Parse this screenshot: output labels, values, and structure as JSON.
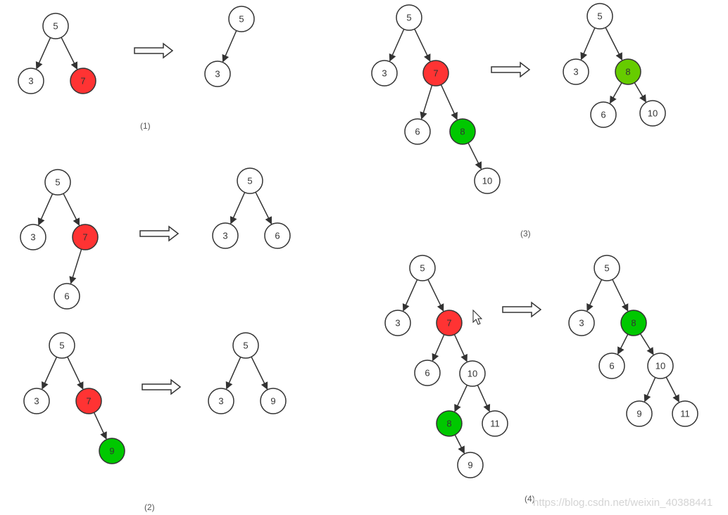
{
  "colors": {
    "stroke": "#333333",
    "white": "#ffffff",
    "red": "#ff3333",
    "green": "#00c800",
    "olive_green": "#66cc00"
  },
  "captions": {
    "c1": "(1)",
    "c2": "(2)",
    "c3": "(3)",
    "c4": "(4)"
  },
  "watermark": "https://blog.csdn.net/weixin_40388441",
  "trees": [
    {
      "id": "p1-before",
      "nodes": [
        {
          "id": "n5",
          "label": "5",
          "fill": "white"
        },
        {
          "id": "n3",
          "label": "3",
          "fill": "white"
        },
        {
          "id": "n7",
          "label": "7",
          "fill": "red"
        }
      ],
      "edges": [
        [
          "n5",
          "n3"
        ],
        [
          "n5",
          "n7"
        ]
      ]
    },
    {
      "id": "p1-after",
      "nodes": [
        {
          "id": "n5",
          "label": "5",
          "fill": "white"
        },
        {
          "id": "n3",
          "label": "3",
          "fill": "white"
        }
      ],
      "edges": [
        [
          "n5",
          "n3"
        ]
      ]
    },
    {
      "id": "p2a-before",
      "nodes": [
        {
          "id": "n5",
          "label": "5",
          "fill": "white"
        },
        {
          "id": "n3",
          "label": "3",
          "fill": "white"
        },
        {
          "id": "n7",
          "label": "7",
          "fill": "red"
        },
        {
          "id": "n6",
          "label": "6",
          "fill": "white"
        }
      ],
      "edges": [
        [
          "n5",
          "n3"
        ],
        [
          "n5",
          "n7"
        ],
        [
          "n7",
          "n6"
        ]
      ]
    },
    {
      "id": "p2a-after",
      "nodes": [
        {
          "id": "n5",
          "label": "5",
          "fill": "white"
        },
        {
          "id": "n3",
          "label": "3",
          "fill": "white"
        },
        {
          "id": "n6",
          "label": "6",
          "fill": "white"
        }
      ],
      "edges": [
        [
          "n5",
          "n3"
        ],
        [
          "n5",
          "n6"
        ]
      ]
    },
    {
      "id": "p2b-before",
      "nodes": [
        {
          "id": "n5",
          "label": "5",
          "fill": "white"
        },
        {
          "id": "n3",
          "label": "3",
          "fill": "white"
        },
        {
          "id": "n7",
          "label": "7",
          "fill": "red"
        },
        {
          "id": "n9",
          "label": "9",
          "fill": "green"
        }
      ],
      "edges": [
        [
          "n5",
          "n3"
        ],
        [
          "n5",
          "n7"
        ],
        [
          "n7",
          "n9"
        ]
      ]
    },
    {
      "id": "p2b-after",
      "nodes": [
        {
          "id": "n5",
          "label": "5",
          "fill": "white"
        },
        {
          "id": "n3",
          "label": "3",
          "fill": "white"
        },
        {
          "id": "n9",
          "label": "9",
          "fill": "white"
        }
      ],
      "edges": [
        [
          "n5",
          "n3"
        ],
        [
          "n5",
          "n9"
        ]
      ]
    },
    {
      "id": "p3-before",
      "nodes": [
        {
          "id": "n5",
          "label": "5",
          "fill": "white"
        },
        {
          "id": "n3",
          "label": "3",
          "fill": "white"
        },
        {
          "id": "n7",
          "label": "7",
          "fill": "red"
        },
        {
          "id": "n6",
          "label": "6",
          "fill": "white"
        },
        {
          "id": "n8",
          "label": "8",
          "fill": "green"
        },
        {
          "id": "n10",
          "label": "10",
          "fill": "white"
        }
      ],
      "edges": [
        [
          "n5",
          "n3"
        ],
        [
          "n5",
          "n7"
        ],
        [
          "n7",
          "n6"
        ],
        [
          "n7",
          "n8"
        ],
        [
          "n8",
          "n10"
        ]
      ]
    },
    {
      "id": "p3-after",
      "nodes": [
        {
          "id": "n5",
          "label": "5",
          "fill": "white"
        },
        {
          "id": "n3",
          "label": "3",
          "fill": "white"
        },
        {
          "id": "n8",
          "label": "8",
          "fill": "olive_green"
        },
        {
          "id": "n6",
          "label": "6",
          "fill": "white"
        },
        {
          "id": "n10",
          "label": "10",
          "fill": "white"
        }
      ],
      "edges": [
        [
          "n5",
          "n3"
        ],
        [
          "n5",
          "n8"
        ],
        [
          "n8",
          "n6"
        ],
        [
          "n8",
          "n10"
        ]
      ]
    },
    {
      "id": "p4-before",
      "nodes": [
        {
          "id": "n5",
          "label": "5",
          "fill": "white"
        },
        {
          "id": "n3",
          "label": "3",
          "fill": "white"
        },
        {
          "id": "n7",
          "label": "7",
          "fill": "red"
        },
        {
          "id": "n6",
          "label": "6",
          "fill": "white"
        },
        {
          "id": "n10",
          "label": "10",
          "fill": "white"
        },
        {
          "id": "n8",
          "label": "8",
          "fill": "green"
        },
        {
          "id": "n11",
          "label": "11",
          "fill": "white"
        },
        {
          "id": "n9",
          "label": "9",
          "fill": "white"
        }
      ],
      "edges": [
        [
          "n5",
          "n3"
        ],
        [
          "n5",
          "n7"
        ],
        [
          "n7",
          "n6"
        ],
        [
          "n7",
          "n10"
        ],
        [
          "n10",
          "n8"
        ],
        [
          "n10",
          "n11"
        ],
        [
          "n8",
          "n9"
        ]
      ]
    },
    {
      "id": "p4-after",
      "nodes": [
        {
          "id": "n5",
          "label": "5",
          "fill": "white"
        },
        {
          "id": "n3",
          "label": "3",
          "fill": "white"
        },
        {
          "id": "n8",
          "label": "8",
          "fill": "green"
        },
        {
          "id": "n6",
          "label": "6",
          "fill": "white"
        },
        {
          "id": "n10",
          "label": "10",
          "fill": "white"
        },
        {
          "id": "n9",
          "label": "9",
          "fill": "white"
        },
        {
          "id": "n11",
          "label": "11",
          "fill": "white"
        }
      ],
      "edges": [
        [
          "n5",
          "n3"
        ],
        [
          "n5",
          "n8"
        ],
        [
          "n8",
          "n6"
        ],
        [
          "n8",
          "n10"
        ],
        [
          "n10",
          "n9"
        ],
        [
          "n10",
          "n11"
        ]
      ]
    }
  ]
}
